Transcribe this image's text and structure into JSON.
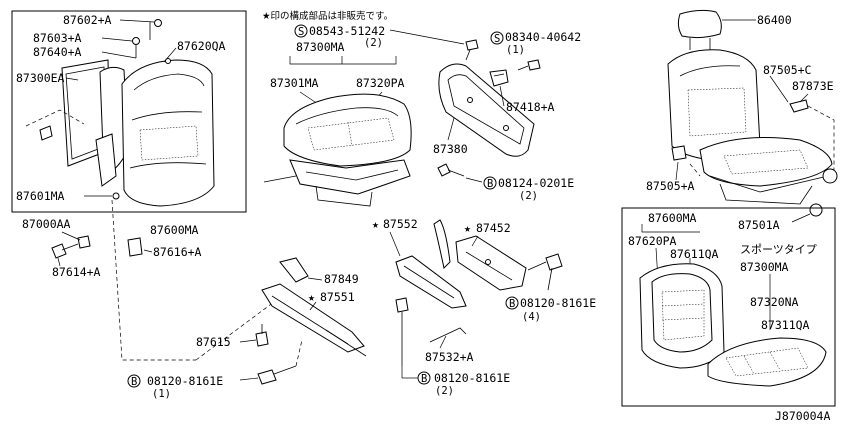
{
  "header_note": "★印の構成部品は非販売です。",
  "labels": {
    "p87602A": "87602+A",
    "p87603A": "87603+A",
    "p87640A": "87640+A",
    "p87300EA": "87300EA",
    "p87620QA": "87620QA",
    "p87601MA": "87601MA",
    "p87600MA_main": "87600MA",
    "p87000AA": "87000AA",
    "p87614A": "87614+A",
    "p87616A": "87616+A",
    "p87300MA": "87300MA",
    "p87301MA": "87301MA",
    "p87320PA": "87320PA",
    "s08543": "08543-51242",
    "s08543_qty": "(2)",
    "s08340": "08340-40642",
    "s08340_qty": "(1)",
    "p87418A": "87418+A",
    "p87380": "87380",
    "b08124": "08124-0201E",
    "b08124_qty": "(2)",
    "p87552": "87552",
    "p87452": "87452",
    "b08120_r": "08120-8161E",
    "b08120_r_qty": "(4)",
    "p87849": "87849",
    "p87551": "87551",
    "p87615": "87615",
    "b08120_l": "08120-8161E",
    "b08120_l_qty": "(1)",
    "p87532A": "87532+A",
    "b08120_m": "08120-8161E",
    "b08120_m_qty": "(2)",
    "p86400": "86400",
    "p87505C": "87505+C",
    "p87873E": "87873E",
    "p87505A": "87505+A",
    "p87501A": "87501A",
    "p87600MA_sport": "87600MA",
    "p87620PA": "87620PA",
    "p87611QA": "87611QA",
    "sport_type": "スポーツタイプ",
    "p87300MA_sport": "87300MA",
    "p87320NA": "87320NA",
    "p87311QA": "87311QA",
    "diagram_id": "J870004A"
  },
  "symbols": {
    "star": "★",
    "circle_s": "S",
    "circle_b": "B"
  }
}
